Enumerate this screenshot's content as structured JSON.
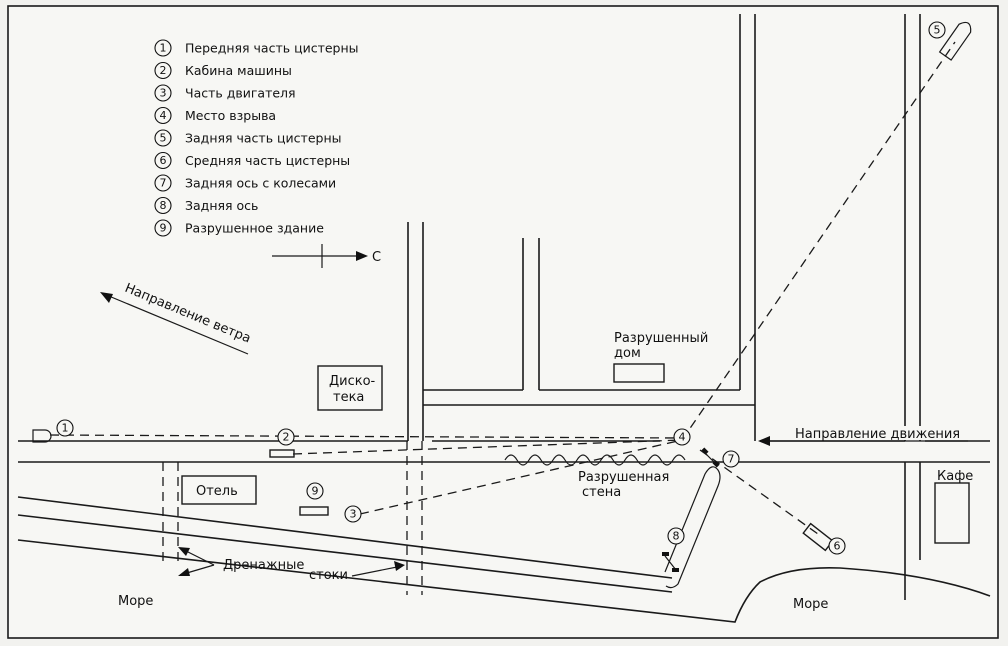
{
  "legend": {
    "items": [
      {
        "num": "1",
        "label": "Передняя часть цистерны"
      },
      {
        "num": "2",
        "label": "Кабина машины"
      },
      {
        "num": "3",
        "label": "Часть двигателя"
      },
      {
        "num": "4",
        "label": "Место взрыва"
      },
      {
        "num": "5",
        "label": "Задняя часть цистерны"
      },
      {
        "num": "6",
        "label": "Средняя часть цистерны"
      },
      {
        "num": "7",
        "label": "Задняя ось с колесами"
      },
      {
        "num": "8",
        "label": "Задняя ось"
      },
      {
        "num": "9",
        "label": "Разрушенное здание"
      }
    ]
  },
  "compass": {
    "label": "С"
  },
  "labels": {
    "wind": "Направление ветра",
    "disco_line1": "Диско-",
    "disco_line2": "тека",
    "hotel": "Отель",
    "house_line1": "Разрушенный",
    "house_line2": "дом",
    "wall_line1": "Разрушенная",
    "wall_line2": "стена",
    "traffic": "Направление движения",
    "cafe": "Кафе",
    "drain_1": "Дренажные",
    "drain_2": "стоки",
    "sea_left": "Море",
    "sea_right": "Море"
  },
  "markers": [
    "1",
    "2",
    "3",
    "4",
    "5",
    "6",
    "7",
    "8",
    "9"
  ]
}
